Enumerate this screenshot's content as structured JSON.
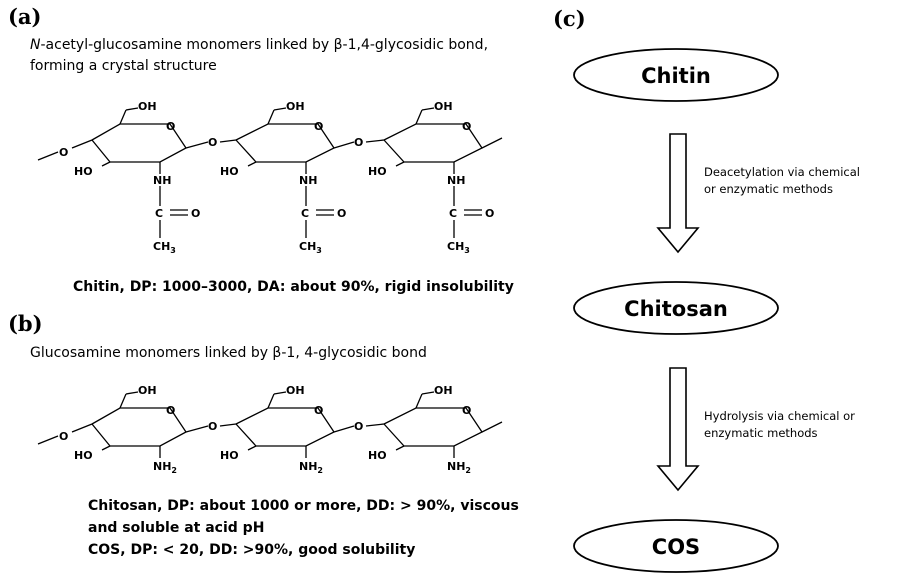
{
  "panel_a": {
    "label": "(a)",
    "desc_n": "N",
    "desc_line1_rest": "-acetyl-glucosamine monomers linked by β-1,4-glycosidic bond,",
    "desc_line2": "forming a crystal structure",
    "caption": "Chitin, DP: 1000–3000, DA: about 90%, rigid insolubility"
  },
  "panel_b": {
    "label": "(b)",
    "desc": "Glucosamine monomers linked by β-1, 4-glycosidic bond",
    "caption_line1": "Chitosan, DP: about 1000 or more, DD: > 90%, viscous",
    "caption_line2": "and soluble at acid pH",
    "caption_line3": "COS, DP: < 20, DD: >90%, good solubility"
  },
  "panel_c": {
    "label": "(c)",
    "nodes": [
      "Chitin",
      "Chitosan",
      "COS"
    ],
    "arrow1_line1": "Deacetylation  via chemical",
    "arrow1_line2": "or enzymatic methods",
    "arrow2_line1": "Hydrolysis via chemical or",
    "arrow2_line2": "enzymatic methods"
  },
  "chem": {
    "oh": "OH",
    "o": "O",
    "ho": "HO",
    "nh": "NH",
    "c": "C",
    "ch": "CH",
    "sub3": "3",
    "n": "NH",
    "sub2": "2"
  }
}
